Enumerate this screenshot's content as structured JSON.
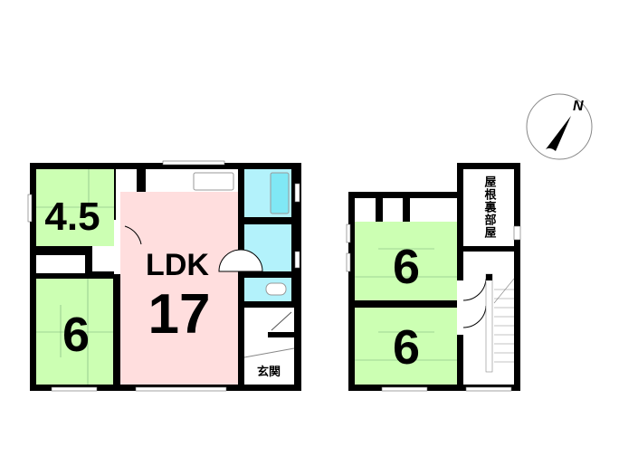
{
  "compass": {
    "label": "N"
  },
  "floor1": {
    "rooms": [
      {
        "name": "japanese-room-4-5",
        "label": "4.5"
      },
      {
        "name": "ldk",
        "label": "LDK",
        "size": "17"
      },
      {
        "name": "japanese-room-6",
        "label": "6"
      },
      {
        "name": "entrance",
        "label": "玄関"
      }
    ]
  },
  "floor2": {
    "rooms": [
      {
        "name": "japanese-room-6-upper",
        "label": "6"
      },
      {
        "name": "japanese-room-6-lower",
        "label": "6"
      },
      {
        "name": "attic-room",
        "label": "屋根裏部屋",
        "chars": [
          "屋",
          "根",
          "裏",
          "部",
          "屋"
        ]
      }
    ]
  },
  "colors": {
    "tatami": "#ccffb3",
    "ldk": "#ffdede",
    "wet": "#b3f2fb",
    "tub": "#80e8f5",
    "wall": "#000000"
  }
}
